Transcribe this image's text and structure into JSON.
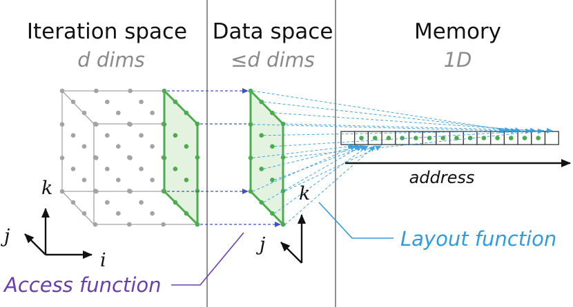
{
  "columns": [
    {
      "title": "Iteration space",
      "subtitle": "d dims"
    },
    {
      "title": "Data space",
      "subtitle": "≤d dims"
    },
    {
      "title": "Memory",
      "subtitle": "1D"
    }
  ],
  "axes": {
    "iteration": {
      "k": "k",
      "j": "j",
      "i": "i"
    },
    "data": {
      "k": "k",
      "j": "j"
    }
  },
  "memory": {
    "axis_label": "address",
    "cell_count": 16
  },
  "functions": {
    "access": {
      "label": "Access function",
      "color": "#6a3db0"
    },
    "layout": {
      "label": "Layout function",
      "color": "#2f9be0"
    }
  },
  "colors": {
    "green": "#4aac4a",
    "green_fill": "#e4f3e0",
    "gray": "#a3a3a3",
    "access_arrow": "#3f4fc8",
    "layout_arrow": "#2f9be0",
    "divider": "#555555"
  }
}
